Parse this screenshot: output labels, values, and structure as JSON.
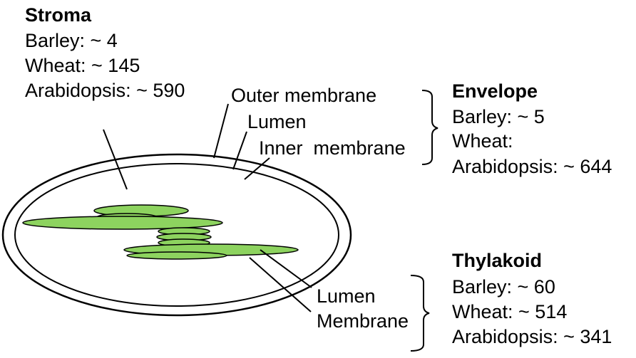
{
  "stroma": {
    "title": "Stroma",
    "lines": [
      "Barley: ~ 4",
      "Wheat: ~ 145",
      "Arabidopsis: ~ 590"
    ]
  },
  "envelope": {
    "parts": [
      "Outer membrane",
      "Lumen",
      "Inner  membrane"
    ],
    "title": "Envelope",
    "lines": [
      "Barley: ~ 5",
      "Wheat:",
      "Arabidopsis: ~ 644"
    ]
  },
  "thylakoid": {
    "parts": [
      "Lumen",
      "Membrane"
    ],
    "title": "Thylakoid",
    "lines": [
      "Barley: ~ 60",
      "Wheat: ~ 514",
      "Arabidopsis: ~ 341"
    ]
  },
  "colors": {
    "thylakoid_fill": "#8DD35F",
    "outline": "#000000",
    "background": "#ffffff"
  }
}
